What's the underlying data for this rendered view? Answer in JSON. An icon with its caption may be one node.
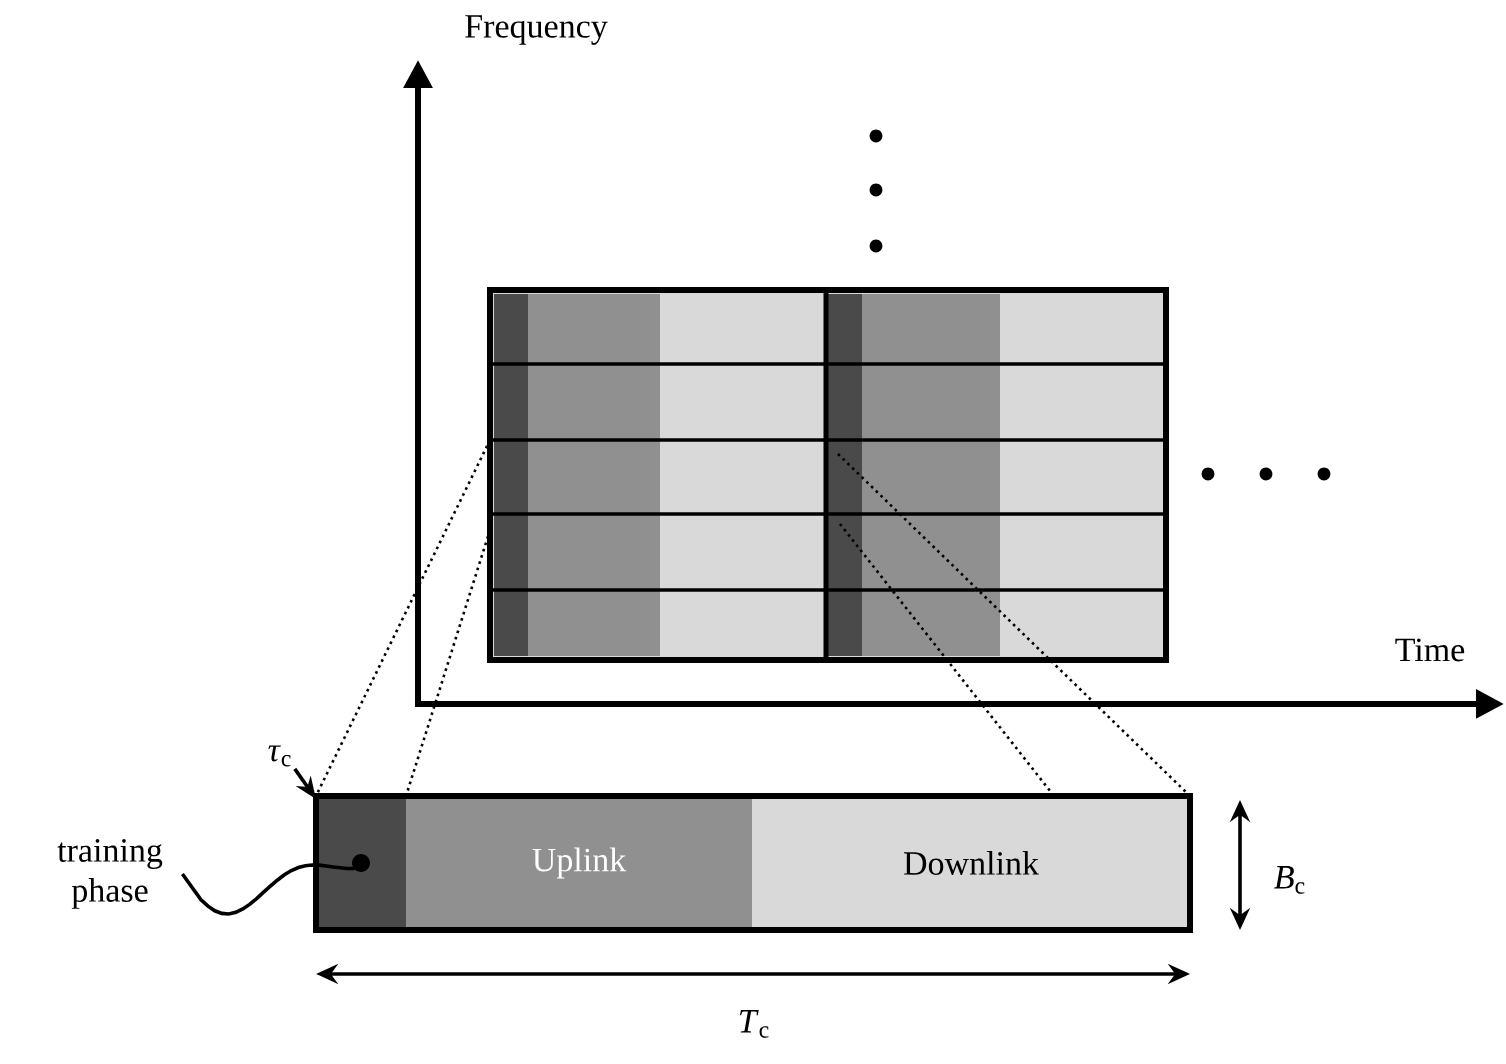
{
  "diagram": {
    "nodes": [
      {
        "text": [
          "training phase"
        ]
      },
      {
        "text": [],
        "shape": "box"
      },
      {
        "text": [
          "Uplink"
        ]
      },
      {
        "text": [
          "Downlink"
        ]
      },
      {
        "text": [
          "*τ*$_{c}$"
        ]
      }
    ],
    "edges": [
      {
        "from": 0,
        "to": 1,
        "arrow": "other"
      },
      {
        "from": 4,
        "to": 1,
        "arrow": "to"
      }
    ],
    "labels": [
      "Frequency",
      "Time",
      "*B*$_{c}$",
      "*T*$_{c}$"
    ]
  }
}
